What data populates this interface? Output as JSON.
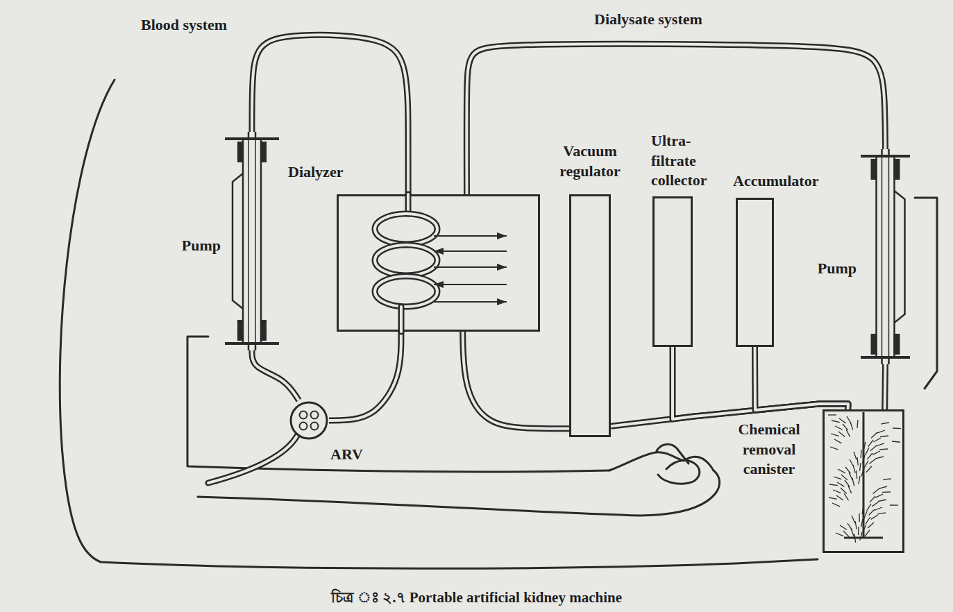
{
  "diagram": {
    "caption": "চিত্র ঃ ২.৭ Portable artificial kidney machine",
    "nodes": [
      {
        "text": [
          "Pump"
        ]
      },
      {
        "text": [
          "Dialyzer"
        ]
      },
      {
        "text": [
          "Vacuum regulator"
        ]
      },
      {
        "text": [
          "Ultra-filtrate collector"
        ]
      },
      {
        "text": [
          "Accumulator"
        ]
      },
      {
        "text": [
          "Pump"
        ]
      },
      {
        "text": [
          "ARV"
        ]
      },
      {
        "text": [
          "Chemical removal canister"
        ]
      }
    ],
    "edges": [
      {
        "from": 0,
        "to": 1,
        "arrow": "none"
      },
      {
        "from": 1,
        "to": 6,
        "arrow": "none"
      },
      {
        "from": 6,
        "to": 0,
        "arrow": "none"
      },
      {
        "from": 1,
        "to": 5,
        "arrow": "none"
      },
      {
        "from": 5,
        "to": 7,
        "arrow": "none"
      },
      {
        "from": 1,
        "to": 2,
        "arrow": "none"
      },
      {
        "from": 2,
        "to": 7,
        "arrow": "none"
      },
      {
        "from": 3,
        "to": 7,
        "arrow": "none"
      },
      {
        "from": 4,
        "to": 7,
        "arrow": "none"
      }
    ],
    "labels": [
      "Blood system",
      "Dialysate system"
    ]
  }
}
